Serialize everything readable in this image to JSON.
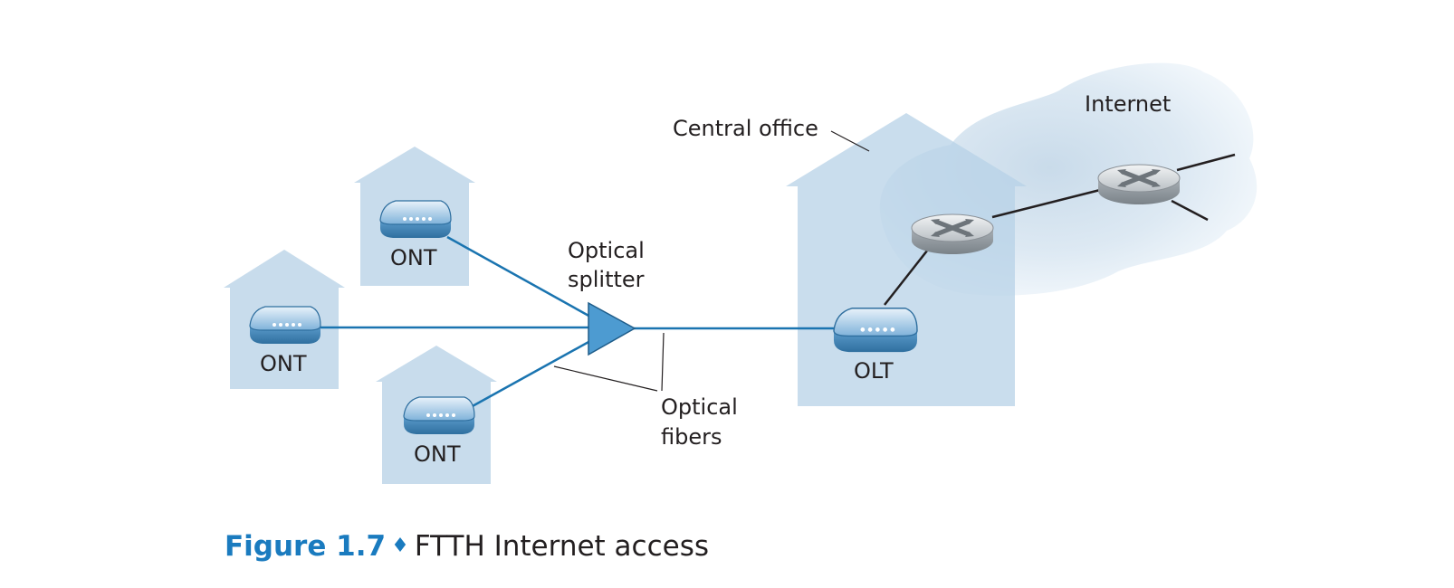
{
  "labels": {
    "central_office": "Central office",
    "internet": "Internet",
    "optical_splitter_line1": "Optical",
    "optical_splitter_line2": "splitter",
    "optical_fibers_line1": "Optical",
    "optical_fibers_line2": "fibers",
    "ont_top": "ONT",
    "ont_left": "ONT",
    "ont_bottom": "ONT",
    "olt": "OLT"
  },
  "caption": {
    "number": "Figure 1.7",
    "separator": "♦",
    "text": "FTTH Internet access"
  },
  "colors": {
    "house_fill": "#c8dcec",
    "cloud_fill": "#dbe8f2",
    "fiber_line": "#1a74b0",
    "splitter_fill": "#4d9bd1",
    "router_fill": "#bfc4c8",
    "caption_accent": "#1a7bbf",
    "text": "#231f20"
  }
}
